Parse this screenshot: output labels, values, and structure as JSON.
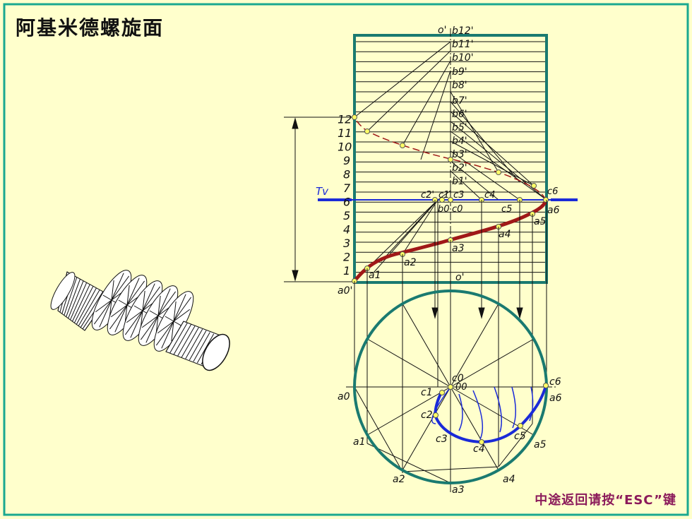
{
  "title": "阿基米德螺旋面",
  "esc_hint": "中途返回请按“ESC”键",
  "colors": {
    "background": "#ffffcc",
    "border": "#1aa890",
    "frame": "#1a7a70",
    "curve": "#a01818",
    "plane": "#1a2ad8",
    "point": "#ffff66"
  },
  "labels": {
    "top_axis": "o'",
    "bottom_axis": "o'",
    "plane": "Tv",
    "b_points": [
      "b1",
      "b2",
      "b3",
      "b4",
      "b5",
      "b6",
      "b7",
      "b8",
      "b9",
      "b10",
      "b11",
      "b12"
    ],
    "b_prime": "'",
    "height_ticks": [
      "1",
      "2",
      "3",
      "4",
      "5",
      "6",
      "7",
      "8",
      "9",
      "10",
      "11",
      "12"
    ],
    "a_front": [
      "a0'",
      "a1",
      "a2",
      "a3",
      "a4",
      "a5",
      "a6"
    ],
    "c_front": [
      "c2'",
      "c1'",
      "c3",
      "c4",
      "c5",
      "c6",
      "c0",
      "b0"
    ],
    "c_top": [
      "c0",
      "c1",
      "c2",
      "c3",
      "c4",
      "c5",
      "c6"
    ],
    "top_center": "00",
    "a_top": [
      "a0",
      "a1",
      "a2",
      "a3",
      "a4",
      "a5",
      "a6"
    ]
  }
}
